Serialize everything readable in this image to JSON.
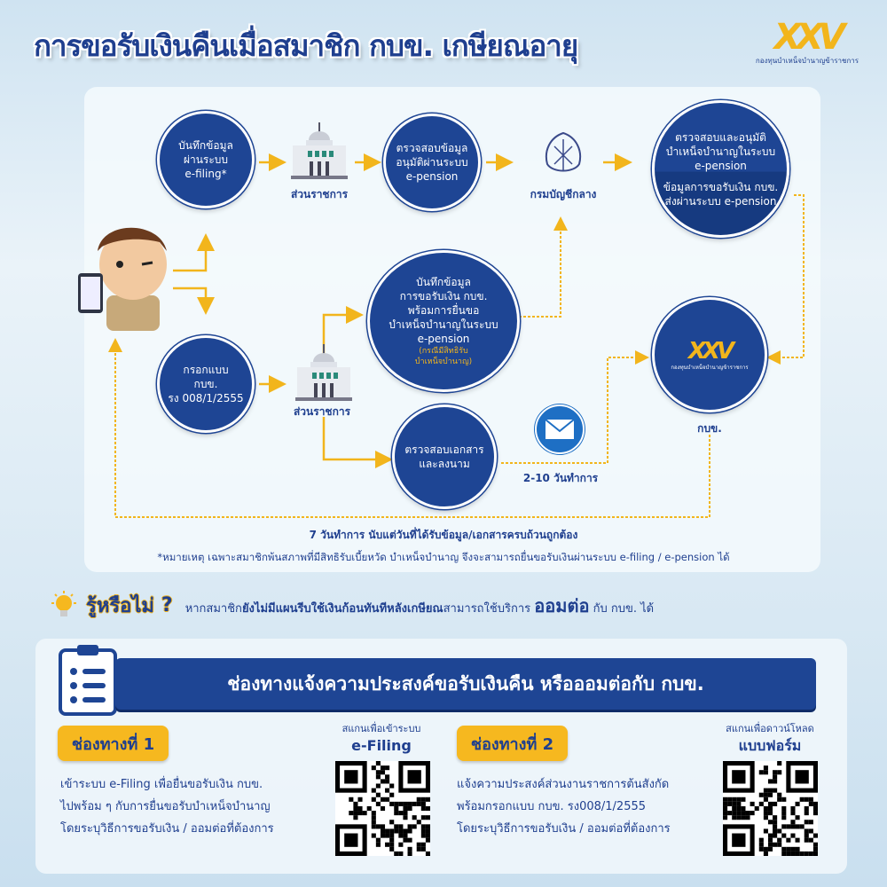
{
  "header": {
    "title": "การขอรับเงินคืนเมื่อสมาชิก กบข. เกษียณอายุ",
    "logo_mark": "XXV",
    "logo_text": "กองทุนบำเหน็จบำนาญข้าราชการ"
  },
  "flow": {
    "step_efiling": [
      "บันทึกข้อมูล",
      "ผ่านระบบ",
      "e-filing*"
    ],
    "agency_label": "ส่วนราชการ",
    "step_approve": [
      "ตรวจสอบข้อมูล",
      "อนุมัติผ่านระบบ",
      "e-pension"
    ],
    "cgd_label": "กรมบัญชีกลาง",
    "step_cgd_top": [
      "ตรวจสอบและอนุมัติ",
      "บำเหน็จบำนาญในระบบ",
      "e-pension"
    ],
    "step_cgd_bottom": [
      "ข้อมูลการขอรับเงิน กบข.",
      "ส่งผ่านระบบ e-pension"
    ],
    "step_form": [
      "กรอกแบบ",
      "กบข.",
      "รง 008/1/2555"
    ],
    "step_record": [
      "บันทึกข้อมูล",
      "การขอรับเงิน กบข.",
      "พร้อมการยื่นขอ",
      "บำเหน็จบำนาญในระบบ",
      "e-pension"
    ],
    "step_record_note": [
      "(กรณีมีสิทธิรับ",
      "บำเหน็จบำนาญ)"
    ],
    "step_docs": [
      "ตรวจสอบเอกสาร",
      "และลงนาม"
    ],
    "mail_label": "2-10 วันทำการ",
    "gpf_label": "กบข.",
    "gpf_logo_mark": "XXV",
    "gpf_logo_text": "กองทุนบำเหน็จบำนาญข้าราชการ",
    "duration_note": "7 วันทำการ นับแต่วันที่ได้รับข้อมูล/เอกสารครบถ้วนถูกต้อง",
    "remark": "*หมายเหตุ เฉพาะสมาชิกพ้นสภาพที่มีสิทธิรับเบี้ยหวัด บำเหน็จบำนาญ จึงจะสามารถยื่นขอรับเงินผ่านระบบ e-filing / e-pension ได้"
  },
  "did_you_know": {
    "title": "รู้หรือไม่",
    "q": "?",
    "pre": "หากสมาชิก",
    "bold": "ยังไม่มีแผนรีบใช้เงินก้อนทันทีหลังเกษียณ",
    "mid": "สามารถใช้บริการ",
    "service": "ออมต่อ",
    "post": "กับ กบข. ได้"
  },
  "channels": {
    "heading": "ช่องทางแจ้งความประสงค์ขอรับเงินคืน หรือออมต่อกับ กบข.",
    "ch1": {
      "badge": "ช่องทางที่ 1",
      "lines": [
        "เข้าระบบ e-Filing เพื่อยื่นขอรับเงิน กบข.",
        "ไปพร้อม ๆ กับการยื่นขอรับบำเหน็จบำนาญ",
        "โดยระบุวิธีการขอรับเงิน / ออมต่อที่ต้องการ"
      ],
      "scan_label": "สแกนเพื่อเข้าระบบ",
      "scan_target": "e-Filing"
    },
    "ch2": {
      "badge": "ช่องทางที่ 2",
      "lines": [
        "แจ้งความประสงค์ส่วนงานราชการต้นสังกัด",
        "พร้อมกรอกแบบ กบข. รง008/1/2555",
        "โดยระบุวิธีการขอรับเงิน / ออมต่อที่ต้องการ"
      ],
      "scan_label": "สแกนเพื่อดาวน์โหลด",
      "scan_target": "แบบฟอร์ม"
    }
  },
  "colors": {
    "navy": "#1e4594",
    "gold": "#f6b81f",
    "text": "#1f3f8f"
  }
}
